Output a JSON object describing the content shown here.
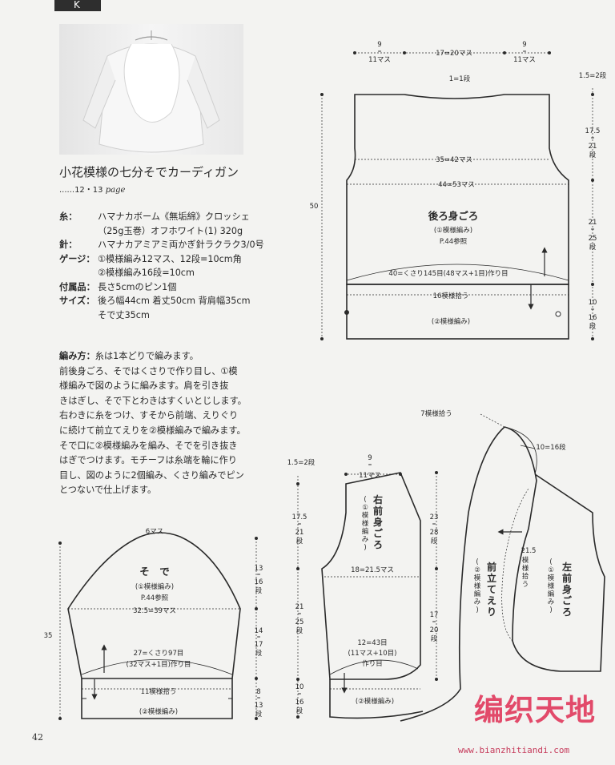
{
  "section_letter": "K",
  "title": "小花模様の七分そでカーディガン",
  "page_ref": "......12・13",
  "page_ref_unit": "page",
  "specs": [
    {
      "key": "糸：",
      "value": "ハマナカボーム《無垢綿》クロッシェ"
    },
    {
      "key": "",
      "value": "（25g玉巻）オフホワイト(1) 320g"
    },
    {
      "key": "針：",
      "value": "ハマナカアミアミ両かぎ針ラクラク3/0号"
    },
    {
      "key": "ゲージ：",
      "value": "①模様編み12マス、12段=10cm角"
    },
    {
      "key": "",
      "value": "②模様編み16段=10cm"
    },
    {
      "key": "付属品：",
      "value": "長さ5cmのピン1個"
    },
    {
      "key": "サイズ：",
      "value": "後ろ幅44cm 着丈50cm 背肩幅35cm"
    },
    {
      "key": "",
      "value": "そで丈35cm"
    }
  ],
  "method_head": "編み方：",
  "method_first": "糸は1本どりで編みます。",
  "method_lines": [
    "前後身ごろ、そではくさりで作り目し、①模",
    "様編みで図のように編みます。肩を引き抜",
    "きはぎし、そで下とわきはすくいとじします。",
    "右わきに糸をつけ、すそから前端、えりぐり",
    "に続けて前立てえりを②模様編みで編みます。",
    "そで口に②模様編みを編み、そでを引き抜き",
    "はぎでつけます。モチーフは糸端を輪に作り",
    "目し、図のように2個編み、くさり編みでピン",
    "とつないで仕上げます。"
  ],
  "page_number": "42",
  "back": {
    "top_left": [
      "9",
      "=",
      "11マス"
    ],
    "top_mid": "17=20マス",
    "top_right": [
      "9",
      "=",
      "11マス"
    ],
    "neck": "1=1段",
    "shoulder": "1.5=2段",
    "armhole_h": [
      "17.5",
      "=",
      "21",
      "段"
    ],
    "chest": "35=42マス",
    "width": "44=53マス",
    "body_h": [
      "21",
      "=",
      "25",
      "段"
    ],
    "total_h": "50",
    "name": "後ろ身ごろ",
    "stitch": "(①模様編み)",
    "ref": "P.44参照",
    "cast_on": "40=くさり145目(48マス+1目)作り目",
    "pickup": "16模様拾う",
    "hem": "(②模様編み)",
    "hem_h": [
      "10",
      "=",
      "16",
      "段"
    ]
  },
  "sleeve": {
    "top": "6マス",
    "name": "そ　で",
    "stitch": "(①模様編み)",
    "ref": "P.44参照",
    "width": "32.5=39マス",
    "cap_h": [
      "13",
      "=",
      "16",
      "段"
    ],
    "body_h": [
      "14",
      "=",
      "17",
      "段"
    ],
    "total_h": "35",
    "cast_on1": "27=くさり97目",
    "cast_on2": "(32マス+1目)作り目",
    "pickup": "11模様拾う",
    "cuff": "(②模様編み)",
    "cuff_h": [
      "8",
      "=",
      "13",
      "段"
    ]
  },
  "right_front": {
    "top": [
      "9",
      "=",
      "11マス"
    ],
    "shoulder": "1.5=2段",
    "armhole_h": [
      "17.5",
      "=",
      "21",
      "段"
    ],
    "front_h": [
      "23",
      "=",
      "28",
      "段"
    ],
    "name": [
      "右",
      "前",
      "身",
      "ご",
      "ろ"
    ],
    "stitch": [
      "(",
      "①",
      "模",
      "様",
      "編",
      "み",
      ")"
    ],
    "width": "18=21.5マス",
    "body_h": [
      "21",
      "=",
      "25",
      "段"
    ],
    "lower_h": [
      "17",
      "=",
      "20",
      "段"
    ],
    "cast_on1": "12=43目",
    "cast_on2": "(11マス+10目)",
    "cast_on3": "作り目",
    "hem": "(②模様編み)",
    "hem_h": [
      "10",
      "=",
      "16",
      "段"
    ]
  },
  "collar": {
    "pickup_top": "7模様拾う",
    "height": "10=16段",
    "side_pickup": [
      "21.5",
      "模",
      "様",
      "拾",
      "う"
    ],
    "name": [
      "前",
      "立",
      "て",
      "え",
      "り"
    ],
    "stitch": [
      "(",
      "②",
      "模",
      "様",
      "編",
      "み",
      ")"
    ]
  },
  "left_front": {
    "name": [
      "左",
      "前",
      "身",
      "ご",
      "ろ"
    ],
    "stitch": [
      "(",
      "①",
      "模",
      "様",
      "編",
      "み",
      ")"
    ]
  },
  "watermark": {
    "brand": "编织天地",
    "url": "www.bianzhitiandi.com"
  },
  "colors": {
    "line": "#2a2a2a",
    "watermark": "#e24a6a"
  }
}
